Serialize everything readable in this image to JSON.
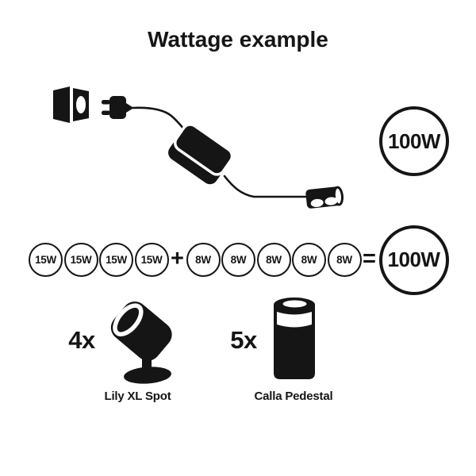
{
  "title": "Wattage example",
  "colors": {
    "ink": "#151515",
    "paper": "#ffffff"
  },
  "power_supply": {
    "capacity_label": "100W",
    "parts": [
      "wall-socket",
      "power-plug",
      "power-brick-adapter",
      "t-connector"
    ]
  },
  "equation": {
    "spot": {
      "count": 4,
      "wattage_label": "15W"
    },
    "pedestal": {
      "count": 5,
      "wattage_label": "8W"
    },
    "plus_sign": "+",
    "equals_sign": "=",
    "total_label": "100W"
  },
  "products": {
    "spot": {
      "quantity_label": "4x",
      "name": "Lily XL Spot"
    },
    "pedestal": {
      "quantity_label": "5x",
      "name": "Calla Pedestal"
    }
  }
}
